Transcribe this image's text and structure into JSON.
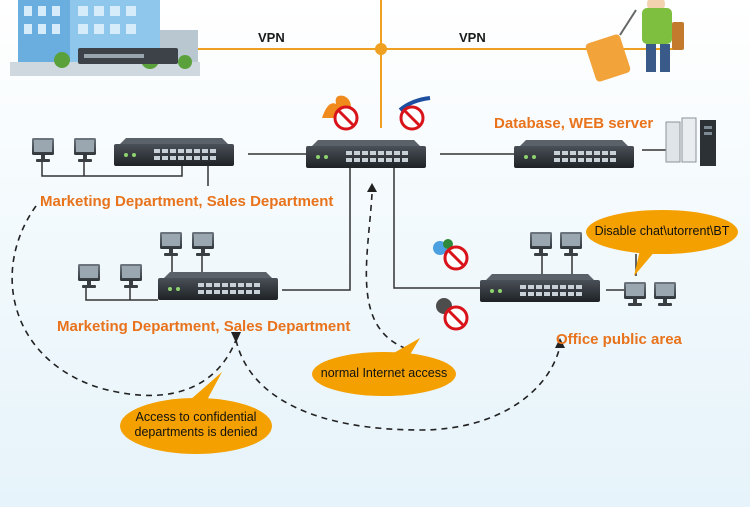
{
  "vpn_left": "VPN",
  "vpn_right": "VPN",
  "labels": {
    "marketing_top": "Marketing Department, Sales Department",
    "marketing_bottom": "Marketing Department, Sales Department",
    "database": "Database, WEB server",
    "office": "Office public area"
  },
  "bubbles": {
    "disable": "Disable chat\\utorrent\\BT",
    "normal": "normal Internet access",
    "confidential_line1": "Access to confidential",
    "confidential_line2": "departments is denied"
  },
  "colors": {
    "accent": "#e8731c",
    "bubble_fill": "#f4a000",
    "line": "#f0a020",
    "switch": "#2a2e33"
  },
  "icons": [
    "building-icon",
    "traveler-icon",
    "firewall-icon",
    "no-chat-icon",
    "no-game-icon",
    "no-bt-icon",
    "computer-icon",
    "server-icon",
    "switch-icon"
  ]
}
